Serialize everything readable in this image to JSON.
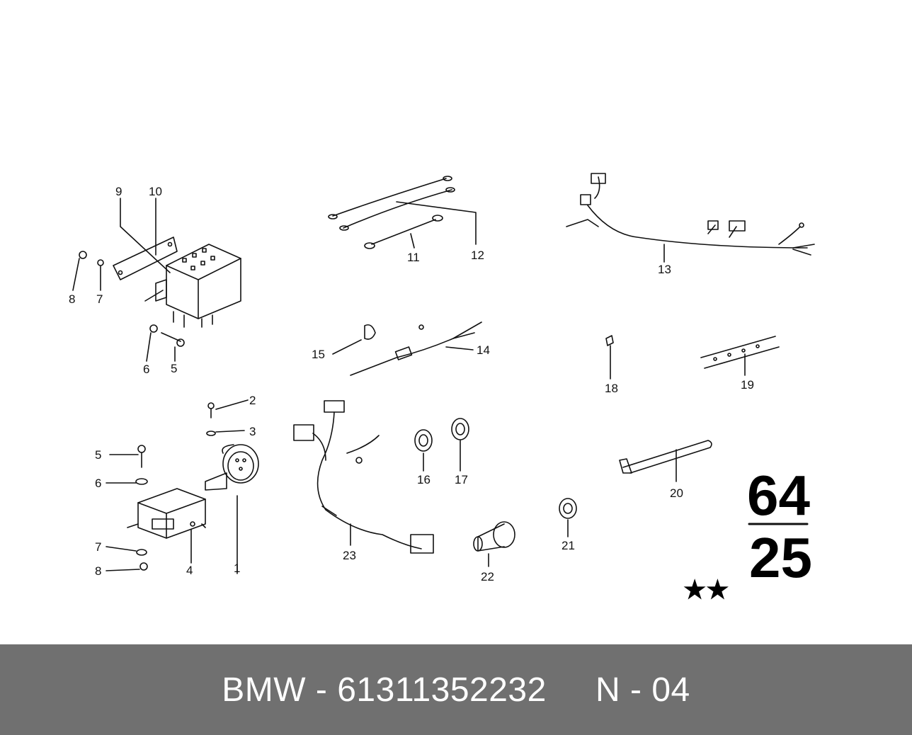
{
  "diagram": {
    "callouts": [
      "1",
      "2",
      "3",
      "4",
      "5",
      "6",
      "7",
      "8",
      "9",
      "10",
      "11",
      "12",
      "13",
      "14",
      "15",
      "16",
      "17",
      "18",
      "19",
      "20",
      "21",
      "22",
      "23",
      "5",
      "6",
      "7",
      "8"
    ],
    "group_top": "64",
    "group_bottom": "25",
    "stars": "★★"
  },
  "footer": {
    "brand": "BMW",
    "separator": " - ",
    "part_number": "61311352232",
    "gap": "     ",
    "suffix": "N - 04"
  }
}
